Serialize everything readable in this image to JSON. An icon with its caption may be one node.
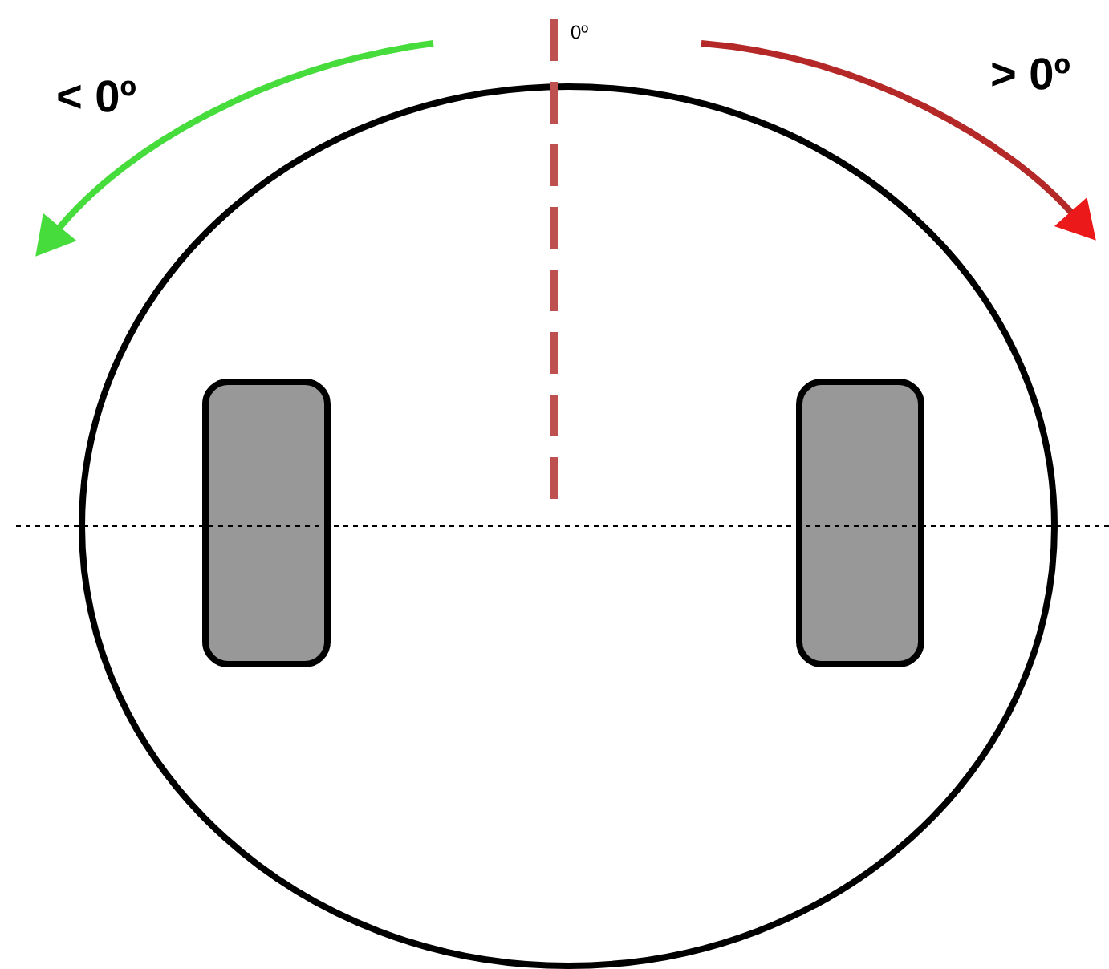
{
  "diagram": {
    "labels": [
      "< 0º",
      "0º",
      "> 0º"
    ]
  }
}
